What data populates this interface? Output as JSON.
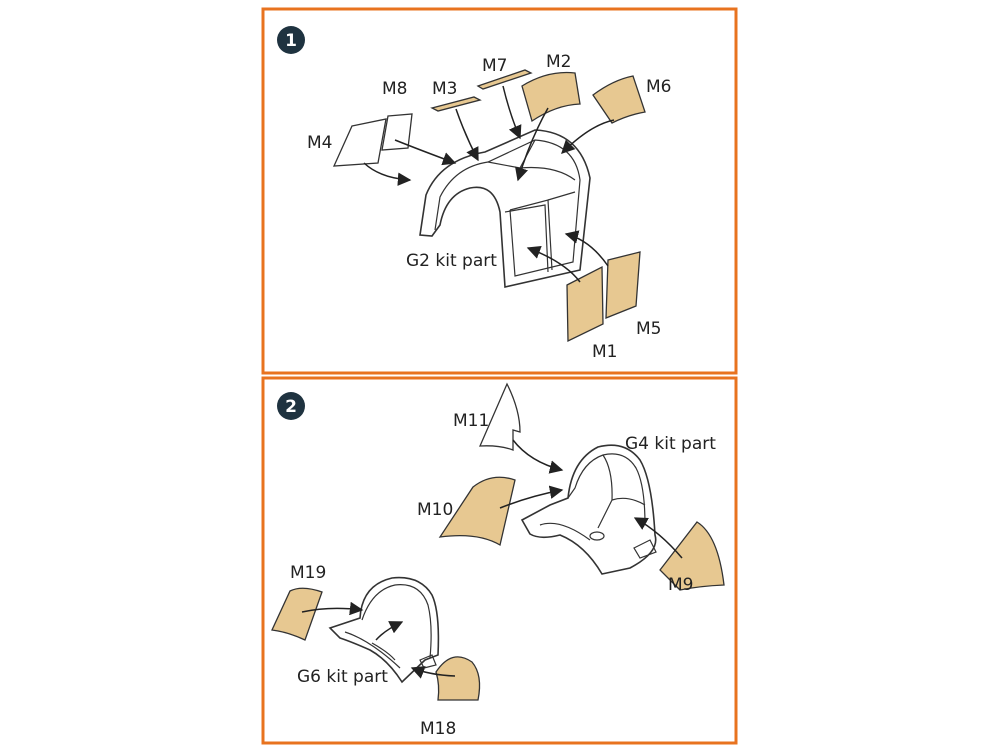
{
  "steps": [
    {
      "number": "1",
      "kit_part": "G2 kit part",
      "labels": {
        "m1": "M1",
        "m2": "M2",
        "m3": "M3",
        "m4": "M4",
        "m5": "M5",
        "m6": "M6",
        "m7": "M7",
        "m8": "M8"
      }
    },
    {
      "number": "2",
      "kit_part_a": "G4 kit part",
      "kit_part_b": "G6 kit part",
      "labels": {
        "m9": "M9",
        "m10": "M10",
        "m11": "M11",
        "m18": "M18",
        "m19": "M19"
      }
    }
  ],
  "colors": {
    "frame": "#e8731f",
    "badge": "#1f3340",
    "mask": "#e7c891"
  }
}
